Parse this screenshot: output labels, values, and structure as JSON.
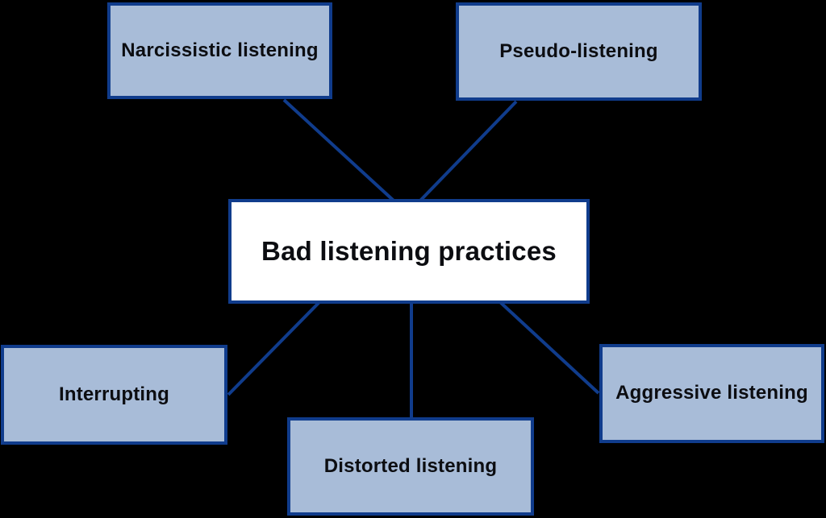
{
  "diagram": {
    "type": "concept-map",
    "title": "Bad listening practices",
    "center": {
      "label": "Bad listening practices"
    },
    "nodes": [
      {
        "id": "narcissistic",
        "label": "Narcissistic listening",
        "position": "top-left"
      },
      {
        "id": "pseudo",
        "label": "Pseudo-listening",
        "position": "top-right"
      },
      {
        "id": "interrupting",
        "label": "Interrupting",
        "position": "bottom-left"
      },
      {
        "id": "distorted",
        "label": "Distorted listening",
        "position": "bottom-center"
      },
      {
        "id": "aggressive",
        "label": "Aggressive listening",
        "position": "bottom-right"
      }
    ],
    "connections": [
      {
        "from": "narcissistic",
        "to": "center"
      },
      {
        "from": "pseudo",
        "to": "center"
      },
      {
        "from": "center",
        "to": "interrupting"
      },
      {
        "from": "center",
        "to": "distorted"
      },
      {
        "from": "center",
        "to": "aggressive"
      }
    ],
    "colors": {
      "background": "#000000",
      "node_fill": "#A8BCD8",
      "node_border": "#103C8C",
      "center_fill": "#FFFFFF",
      "connector": "#103C8C",
      "text": "#0C0D11"
    }
  }
}
